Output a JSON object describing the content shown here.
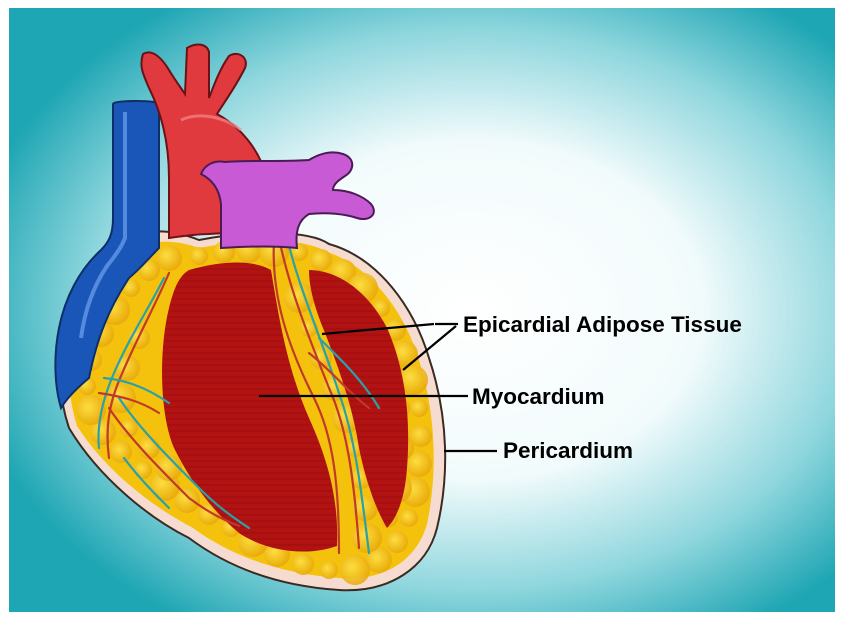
{
  "labels": {
    "epicardial_adipose_tissue": "Epicardial Adipose Tissue",
    "myocardium": "Myocardium",
    "pericardium": "Pericardium"
  },
  "colors": {
    "background_edge": "#1fa6b4",
    "background_center": "#ffffff",
    "aorta": "#e0393e",
    "vena_cava": "#1a56b8",
    "pulmonary_artery": "#c95ad6",
    "myocardium": "#b31212",
    "adipose": "#f4c20d",
    "pericardium": "#f6dcd0",
    "vessel_red": "#c0392b",
    "vessel_teal": "#2aa1a8"
  },
  "icons": [
    "heart-illustration"
  ]
}
